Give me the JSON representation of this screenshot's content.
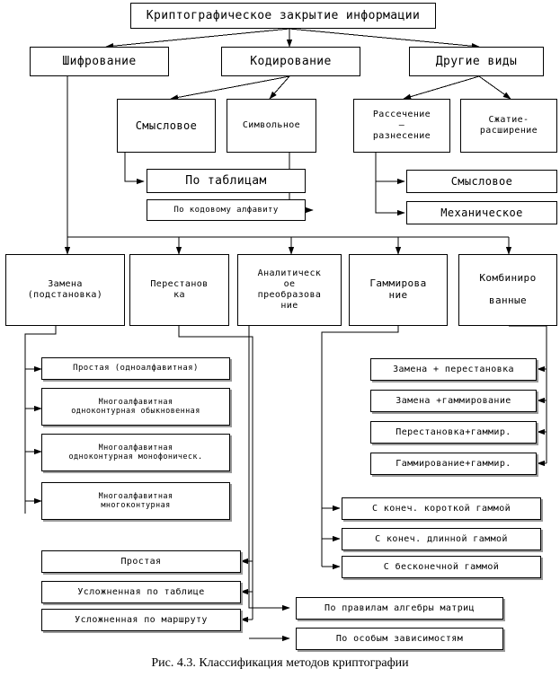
{
  "figure": {
    "caption": "Рис. 4.3. Классификация методов криптографии",
    "root": "Криптографическое закрытие информации"
  },
  "level1": [
    {
      "label": "Шифрование"
    },
    {
      "label": "Кодирование"
    },
    {
      "label": "Другие виды"
    }
  ],
  "level2": [
    {
      "label": "Смысловое"
    },
    {
      "label": "Символьное"
    },
    {
      "label": "Рассечение\n–\nразнесение"
    },
    {
      "label": "Сжатие-\nрасширение"
    }
  ],
  "coding_sub": [
    {
      "label": "По таблицам"
    },
    {
      "label": "По кодовому алфавиту"
    }
  ],
  "other_sub": [
    {
      "label": "Смысловое"
    },
    {
      "label": "Механическое"
    }
  ],
  "methods": [
    {
      "label": "Замена\n(подстановка)"
    },
    {
      "label": "Перестанов\nка"
    },
    {
      "label": "Аналитическ\nое\nпреобразова\nние"
    },
    {
      "label": "Гаммирова\nние"
    },
    {
      "label": "Комбиниро\n\nванные"
    }
  ],
  "substitution": [
    {
      "label": "Простая (одноалфавитная)"
    },
    {
      "label": "Многоалфавитная\nодноконтурная обыкновенная"
    },
    {
      "label": "Многоалфавитная\nодноконтурная монофоническ."
    },
    {
      "label": "Многоалфавитная\nмногоконтурная"
    }
  ],
  "permutation": [
    {
      "label": "Простая"
    },
    {
      "label": "Усложненная по таблице"
    },
    {
      "label": "Усложненная по маршруту"
    }
  ],
  "analytic": [
    {
      "label": "По правилам алгебры матриц"
    },
    {
      "label": "По особым зависимостям"
    }
  ],
  "gamma": [
    {
      "label": "С конеч. короткой гаммой"
    },
    {
      "label": "С конеч. длинной гаммой"
    },
    {
      "label": "С бесконечной гаммой"
    }
  ],
  "combined": [
    {
      "label": "Замена + перестановка"
    },
    {
      "label": "Замена +гаммирование"
    },
    {
      "label": "Перестановка+гаммир."
    },
    {
      "label": "Гаммирование+гаммир."
    }
  ],
  "colors": {
    "stroke": "#000000",
    "fill": "#ffffff",
    "shadow": "#9a9a9a"
  }
}
